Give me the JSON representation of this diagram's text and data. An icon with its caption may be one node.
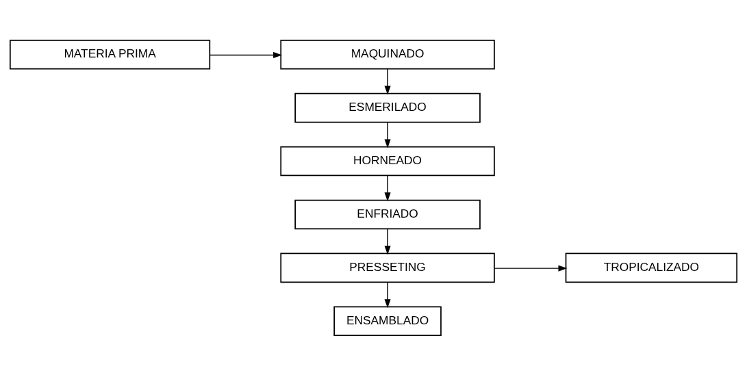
{
  "diagram": {
    "nodes": [
      {
        "text": [
          "MATERIA PRIMA"
        ]
      },
      {
        "text": [
          "MAQUINADO"
        ]
      },
      {
        "text": [
          "ESMERILADO"
        ]
      },
      {
        "text": [
          "HORNEADO"
        ]
      },
      {
        "text": [
          "ENFRIADO"
        ]
      },
      {
        "text": [
          "PRESSETING"
        ]
      },
      {
        "text": [
          "TROPICALIZADO"
        ]
      },
      {
        "text": [
          "ENSAMBLADO"
        ]
      }
    ],
    "edges": [
      {
        "from": 0,
        "to": 1,
        "arrow": "to"
      },
      {
        "from": 1,
        "to": 2,
        "arrow": "to"
      },
      {
        "from": 2,
        "to": 3,
        "arrow": "to"
      },
      {
        "from": 3,
        "to": 4,
        "arrow": "to"
      },
      {
        "from": 4,
        "to": 5,
        "arrow": "to"
      },
      {
        "from": 5,
        "to": 6,
        "arrow": "to"
      },
      {
        "from": 5,
        "to": 7,
        "arrow": "to"
      }
    ]
  }
}
